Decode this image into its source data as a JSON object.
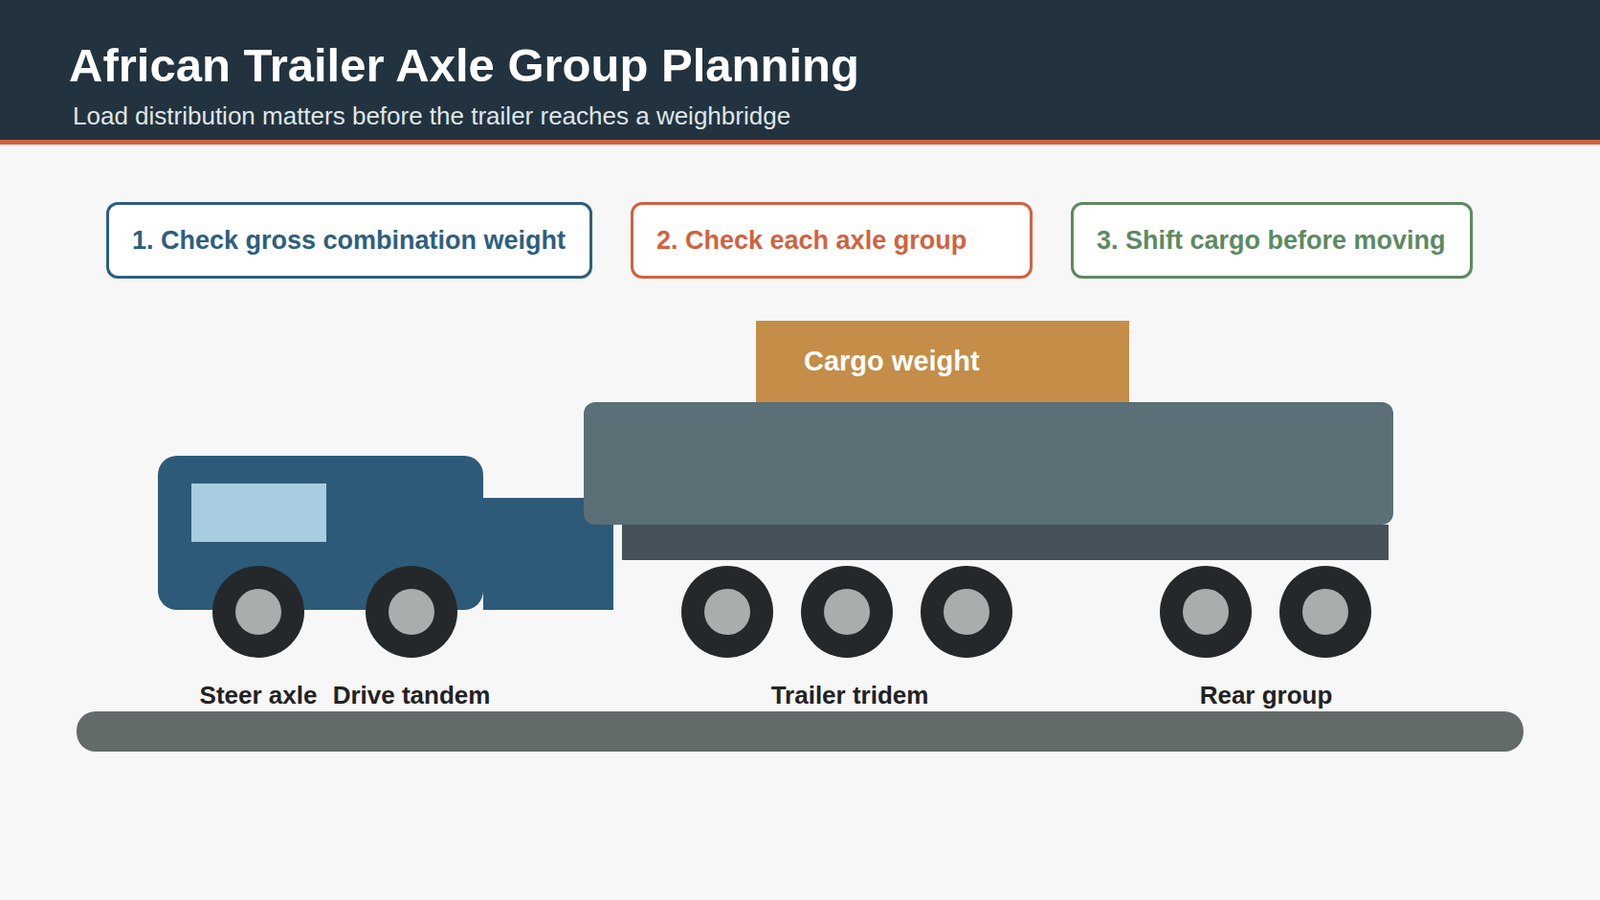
{
  "diagram": {
    "title": "African Trailer Axle Group Planning",
    "caption": "Load distribution matters before the trailer reaches a weighbridge",
    "nodes": [
      {
        "text": [
          "1. Check gross combination weight"
        ]
      },
      {
        "text": [
          "2. Check each axle group"
        ]
      },
      {
        "text": [
          "3. Shift cargo before moving"
        ]
      },
      {
        "text": [
          "Cargo weight"
        ]
      }
    ],
    "labels": [
      "Steer axle",
      "Drive tandem",
      "Trailer tridem",
      "Rear group"
    ]
  }
}
